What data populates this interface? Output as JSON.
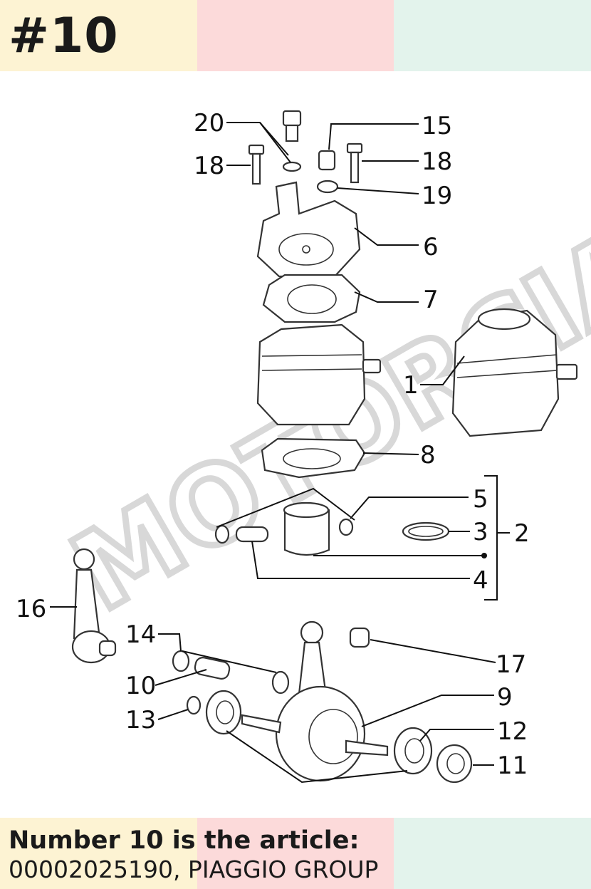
{
  "header": {
    "title": "#10",
    "band_colors": [
      "#fdf3d3",
      "#fcdada",
      "#e3f3ec"
    ]
  },
  "footer": {
    "line1": "Number 10 is the article:",
    "line2": "00002025190, PIAGGIO GROUP",
    "band_colors": [
      "#fdf3d3",
      "#fcdada",
      "#e3f3ec"
    ]
  },
  "watermark": {
    "text": "MOTORCIA"
  },
  "labels": {
    "l20": "20",
    "l15": "15",
    "l18a": "18",
    "l18b": "18",
    "l19": "19",
    "l6": "6",
    "l7": "7",
    "l1": "1",
    "l8": "8",
    "l5": "5",
    "l3": "3",
    "l2": "2",
    "l4": "4",
    "l16": "16",
    "l14": "14",
    "l17": "17",
    "l9": "9",
    "l10": "10",
    "l12": "12",
    "l13": "13",
    "l11": "11"
  }
}
